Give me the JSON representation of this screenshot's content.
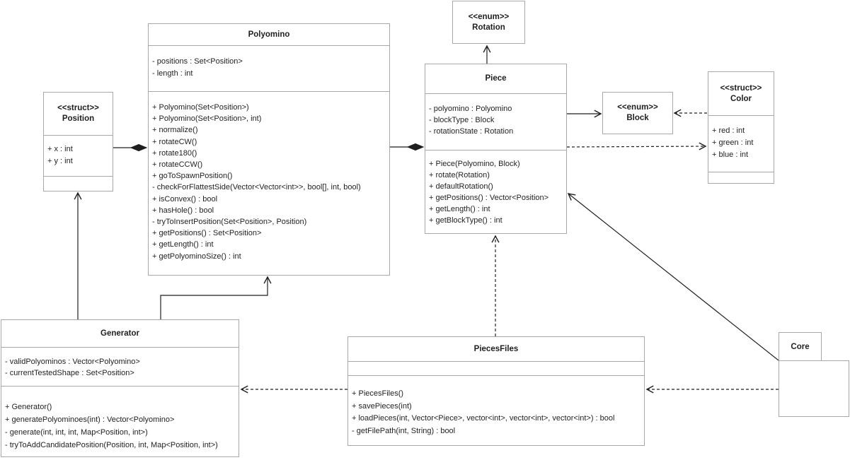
{
  "diagram": {
    "kind": "uml-class-diagram",
    "colors": {
      "background": "#ffffff",
      "box_border": "#a8a8a8",
      "box_fill": "#ffffff",
      "line": "#1f1f1f",
      "text": "#1f1f1f"
    }
  },
  "classes": {
    "polyomino": {
      "name": "Polyomino",
      "attributes": [
        "- positions : Set<Position>",
        "- length : int"
      ],
      "methods": [
        "+ Polyomino(Set<Position>)",
        "+ Polyomino(Set<Position>, int)",
        "+ normalize()",
        "+ rotateCW()",
        "+ rotate180()",
        "+ rotateCCW()",
        "+ goToSpawnPosition()",
        "- checkForFlattestSide(Vector<Vector<int>>, bool[], int, bool)",
        "+ isConvex() : bool",
        "+ hasHole() : bool",
        "- tryToInsertPosition(Set<Position>, Position)",
        "+ getPositions() : Set<Position>",
        "+ getLength() : int",
        "+ getPolyominoSize() : int"
      ]
    },
    "rotation": {
      "stereotype": "<<enum>>",
      "name": "Rotation"
    },
    "piece": {
      "name": "Piece",
      "attributes": [
        "- polyomino : Polyomino",
        "- blockType : Block",
        "- rotationState : Rotation"
      ],
      "methods": [
        "+ Piece(Polyomino, Block)",
        "+ rotate(Rotation)",
        "+ defaultRotation()",
        "+ getPositions() : Vector<Position>",
        "+ getLength() : int",
        "+ getBlockType() : int"
      ]
    },
    "block": {
      "stereotype": "<<enum>>",
      "name": "Block"
    },
    "color": {
      "stereotype": "<<struct>>",
      "name": "Color",
      "attributes": [
        "+ red : int",
        "+ green : int",
        "+ blue : int"
      ],
      "methods": []
    },
    "position": {
      "stereotype": "<<struct>>",
      "name": "Position",
      "attributes": [
        "+ x : int",
        "+ y : int"
      ],
      "methods": []
    },
    "generator": {
      "name": "Generator",
      "attributes": [
        "- validPolyominos : Vector<Polyomino>",
        "- currentTestedShape : Set<Position>"
      ],
      "methods": [
        "+ Generator()",
        "+ generatePolyominoes(int) : Vector<Polyomino>",
        "- generate(int, int, int, Map<Position, int>)",
        "- tryToAddCandidatePosition(Position, int, Map<Position, int>)"
      ]
    },
    "piecesfiles": {
      "name": "PiecesFiles",
      "attributes": [],
      "methods": [
        "+ PiecesFiles()",
        "+ savePieces(int)",
        "+ loadPieces(int, Vector<Piece>, vector<int>, vector<int>, vector<int>) : bool",
        "- getFilePath(int, String) : bool"
      ]
    },
    "core": {
      "name": "Core",
      "shape": "package"
    }
  },
  "relationships": [
    {
      "type": "directed-association",
      "from": "Piece",
      "to": "Rotation",
      "line": "solid",
      "head": "open-arrow"
    },
    {
      "type": "composition",
      "whole": "Polyomino",
      "part": "Position",
      "line": "solid",
      "head": "filled-diamond-at-whole"
    },
    {
      "type": "composition",
      "whole": "Piece",
      "part": "Polyomino",
      "line": "solid",
      "head": "filled-diamond-at-whole"
    },
    {
      "type": "directed-association",
      "from": "Piece",
      "to": "Block",
      "line": "solid",
      "head": "open-arrow"
    },
    {
      "type": "dependency",
      "from": "Color",
      "to": "Block",
      "line": "dashed",
      "head": "open-arrow"
    },
    {
      "type": "dependency",
      "from": "Piece",
      "to": "Color",
      "line": "dashed",
      "head": "open-arrow"
    },
    {
      "type": "directed-association",
      "from": "Generator",
      "to": "Position",
      "line": "solid",
      "head": "open-arrow"
    },
    {
      "type": "directed-association",
      "from": "Generator",
      "to": "Polyomino",
      "line": "solid",
      "head": "open-arrow"
    },
    {
      "type": "dependency",
      "from": "PiecesFiles",
      "to": "Piece",
      "line": "dashed",
      "head": "open-arrow"
    },
    {
      "type": "directed-association",
      "from": "Core",
      "to": "Piece",
      "line": "solid",
      "head": "open-arrow"
    },
    {
      "type": "dependency",
      "from": "Core",
      "to": "PiecesFiles",
      "line": "dashed",
      "head": "open-arrow"
    },
    {
      "type": "dependency",
      "from": "PiecesFiles",
      "to": "Generator",
      "line": "dashed",
      "head": "open-arrow"
    }
  ]
}
